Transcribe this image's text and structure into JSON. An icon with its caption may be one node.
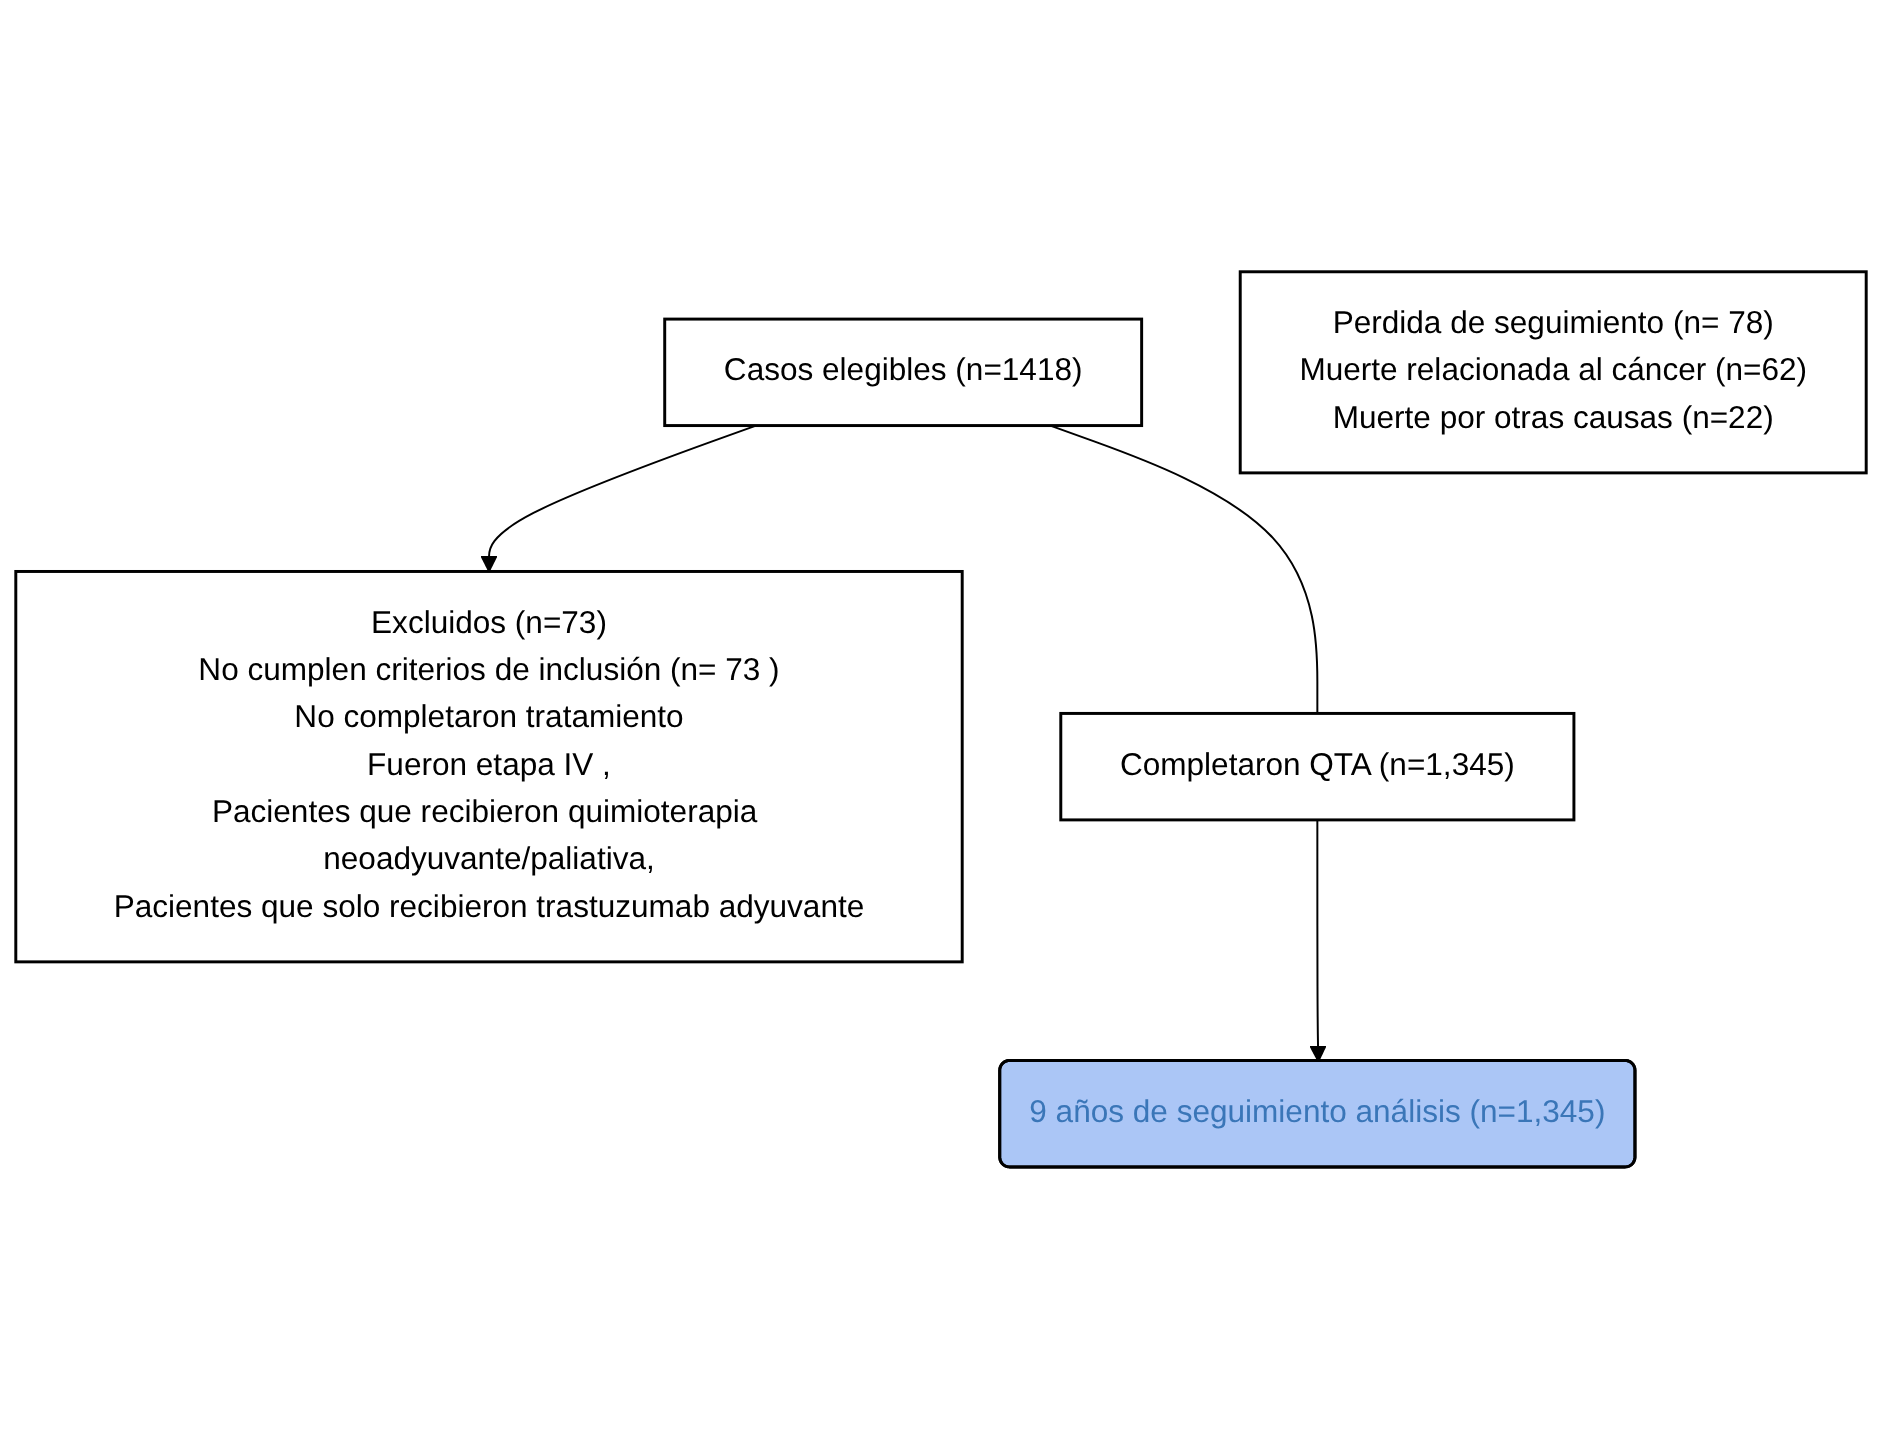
{
  "diagram": {
    "nodes": [
      {
        "text": [
          "Casos elegibles (n=1418)"
        ]
      },
      {
        "text": [
          "Excluidos (n=73)",
          "No cumplen criterios de inclusión (n= 73 )",
          "No completaron tratamiento",
          "Fueron etapa IV ,",
          "Pacientes que recibieron quimioterapia neoadyuvante/paliativa,",
          "Pacientes que solo recibieron trastuzumab adyuvante"
        ]
      },
      {
        "text": [
          "Completaron QTA (n=1,345)"
        ]
      },
      {
        "text": [
          "Perdida de seguimiento (n= 78)",
          "Muerte relacionada al cáncer (n=62)",
          "Muerte por otras causas (n=22)"
        ]
      },
      {
        "text": [
          "9 años de seguimiento análisis (n=1,345)"
        ]
      }
    ],
    "edges": [
      {
        "from": 0,
        "to": 2,
        "arrow": "none"
      },
      {
        "from": 0,
        "to": 1,
        "arrow": "to"
      },
      {
        "from": 2,
        "to": 4,
        "arrow": "to"
      }
    ]
  }
}
